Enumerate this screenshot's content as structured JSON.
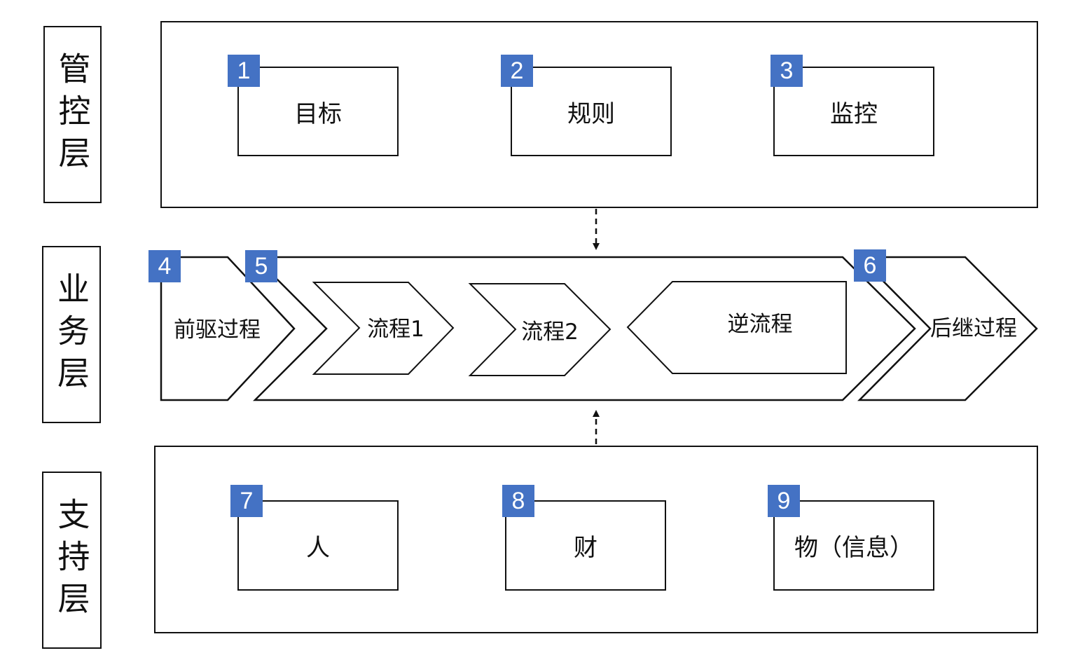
{
  "layers": {
    "control": {
      "label": "管控层",
      "items": [
        {
          "number": "1",
          "label": "目标"
        },
        {
          "number": "2",
          "label": "规则"
        },
        {
          "number": "3",
          "label": "监控"
        }
      ]
    },
    "business": {
      "label": "业务层",
      "predecessor": {
        "number": "4",
        "label": "前驱过程"
      },
      "main": {
        "number": "5"
      },
      "flow1": {
        "label": "流程1"
      },
      "flow2": {
        "label": "流程2"
      },
      "reverse": {
        "label": "逆流程"
      },
      "successor": {
        "number": "6",
        "label": "后继过程"
      }
    },
    "support": {
      "label": "支持层",
      "items": [
        {
          "number": "7",
          "label": "人"
        },
        {
          "number": "8",
          "label": "财"
        },
        {
          "number": "9",
          "label": "物（信息）"
        }
      ]
    }
  },
  "colors": {
    "badge": "#4472c4",
    "line": "#111111"
  }
}
